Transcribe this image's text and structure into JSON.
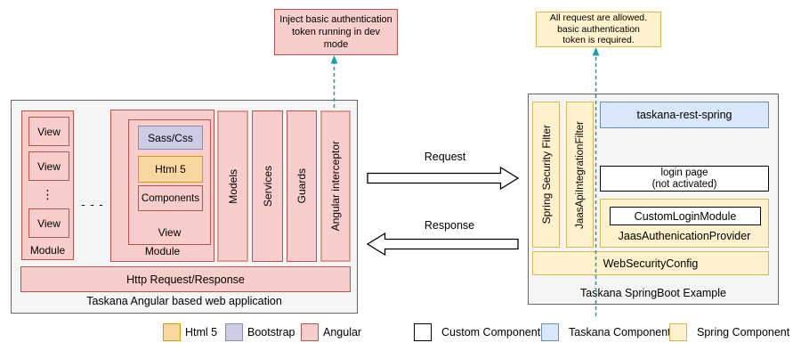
{
  "colors": {
    "angular_fill": "#f8cecc",
    "angular_stroke": "#b85450",
    "html5_fill": "#fad7a0",
    "html5_stroke": "#d79b00",
    "bootstrap_fill": "#cccce5",
    "bootstrap_stroke": "#8a89b8",
    "taskana_fill": "#dae8fc",
    "taskana_stroke": "#6c8ebf",
    "spring_fill": "#fff2cc",
    "spring_stroke": "#d6b656",
    "custom_fill": "#ffffff",
    "custom_stroke": "#000000",
    "container_fill": "#f5f5f5",
    "container_stroke": "#666666",
    "connector_teal": "#16a0ae"
  },
  "notes": {
    "dev_token_lines": [
      "Inject basic authentication",
      "token running in dev",
      "mode"
    ],
    "auth_required_lines": [
      "All request are allowed.",
      "basic authentication",
      "token is required."
    ]
  },
  "angular_app": {
    "title": "Taskana Angular based web application",
    "module1": {
      "label": "Module",
      "views": [
        "View",
        "View",
        "View"
      ],
      "ellipsis": "⋮"
    },
    "between_modules": "- - -",
    "module2": {
      "label": "Module",
      "view": {
        "label": "View",
        "sass": "Sass/Css",
        "html5": "Html 5",
        "components": "Components"
      }
    },
    "bars": [
      "Models",
      "Services",
      "Guards",
      "Angular interceptor"
    ],
    "http_bar": "Http Request/Response"
  },
  "flow": {
    "request": "Request",
    "response": "Response"
  },
  "springboot": {
    "title": "Taskana SpringBoot Example",
    "filters": [
      "Spring Security Filter",
      "JaasApiIntegrationFilter"
    ],
    "rest": "taskana-rest-spring",
    "login_lines": [
      "login page",
      "(not activated)"
    ],
    "custom_login": "CustomLoginModule",
    "provider": "JaasAuthenicationProvider",
    "web_security": "WebSecurityConfig"
  },
  "legend": {
    "items": [
      {
        "label": "Html 5",
        "fill": "#fad7a0",
        "stroke": "#d79b00"
      },
      {
        "label": "Bootstrap",
        "fill": "#cccce5",
        "stroke": "#8a89b8"
      },
      {
        "label": "Angular",
        "fill": "#f8cecc",
        "stroke": "#b85450"
      },
      {
        "label": "Custom Component",
        "fill": "#ffffff",
        "stroke": "#000000"
      },
      {
        "label": "Taskana Component",
        "fill": "#dae8fc",
        "stroke": "#6c8ebf"
      },
      {
        "label": "Spring Component",
        "fill": "#fff2cc",
        "stroke": "#d6b656"
      }
    ]
  }
}
